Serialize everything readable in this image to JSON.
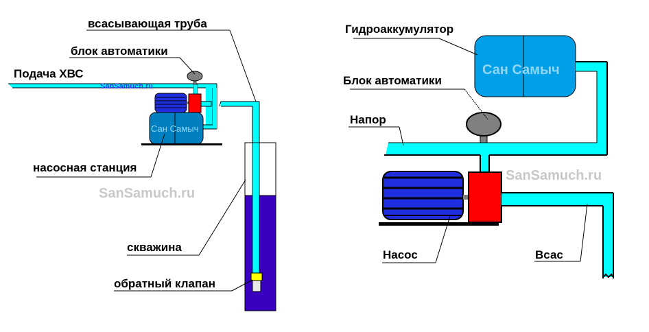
{
  "left_diagram": {
    "labels": {
      "suction_pipe": "всасывающая труба",
      "automation_block": "блок автоматики",
      "cold_water_supply": "Подача ХВС",
      "pump_station": "насосная станция",
      "well": "скважина",
      "check_valve": "обратный клапан"
    },
    "station_brand": "Сан Самыч",
    "watermark_small": "SanSamuch.ru",
    "watermark": "SanSamuch.ru"
  },
  "right_diagram": {
    "labels": {
      "accumulator": "Гидроаккумулятор",
      "automation_block": "Блок автоматики",
      "pressure": "Напор",
      "pump": "Насос",
      "suction": "Всас"
    },
    "tank_brand": "Сан Самыч",
    "watermark": "SanSamuch.ru"
  },
  "colors": {
    "pipe": "#00ffff",
    "well_water": "#3a00c0",
    "motor": "#1f2fe0",
    "pump_head": "#ff0000",
    "tank": "#0090e0",
    "station_tank": "#0080c0",
    "relay": "#808080",
    "check_valve": "#ffff00"
  }
}
